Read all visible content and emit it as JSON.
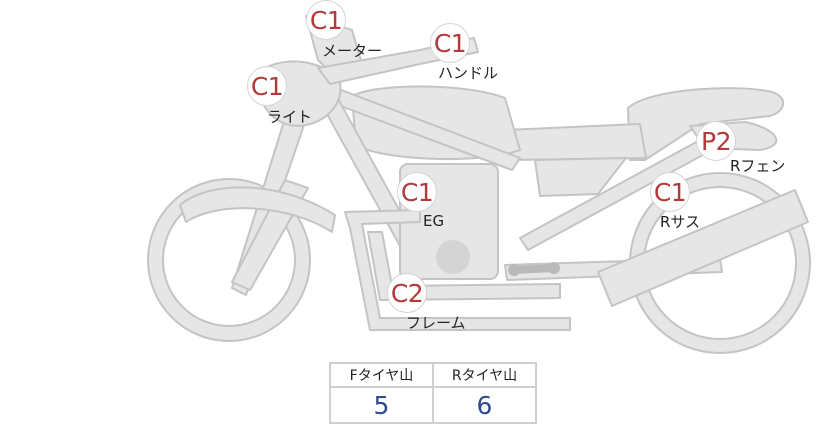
{
  "parts": [
    {
      "id": "meter",
      "grade": "C1",
      "label": "メーター"
    },
    {
      "id": "handle",
      "grade": "C1",
      "label": "ハンドル"
    },
    {
      "id": "light",
      "grade": "C1",
      "label": "ライト"
    },
    {
      "id": "engine",
      "grade": "C1",
      "label": "EG"
    },
    {
      "id": "frame",
      "grade": "C2",
      "label": "フレーム"
    },
    {
      "id": "rear-fender",
      "grade": "P2",
      "label": "Rフェン"
    },
    {
      "id": "rear-suspension",
      "grade": "C1",
      "label": "Rサス"
    }
  ],
  "tires": {
    "headers": [
      "Fタイヤ山",
      "Rタイヤ山"
    ],
    "values": [
      "5",
      "6"
    ]
  },
  "colors": {
    "bike_fill": "#e6e6e6",
    "bike_stroke": "#c4c4c4",
    "grade_text": "#b23a3a",
    "tire_value": "#2e4a8c"
  }
}
